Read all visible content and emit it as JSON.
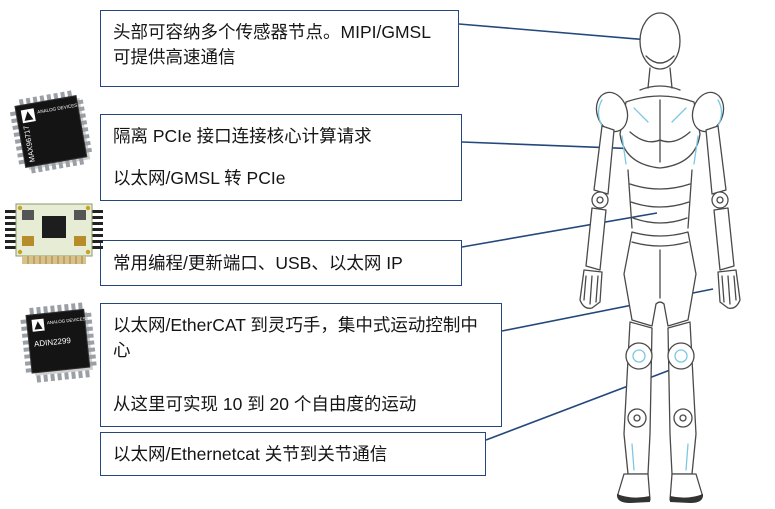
{
  "callouts": [
    {
      "text": "头部可容纳多个传感器节点。MIPI/GMSL 可提供高速通信"
    },
    {
      "line1": "隔离 PCIe 接口连接核心计算请求",
      "line2": "以太网/GMSL 转 PCIe"
    },
    {
      "text": "常用编程/更新端口、USB、以太网 IP"
    },
    {
      "line1": "以太网/EtherCAT 到灵巧手，集中式运动控制中心",
      "line2": "从这里可实现 10 到 20 个自由度的运动"
    },
    {
      "text": "以太网/Ethernetcat 关节到关节通信"
    }
  ],
  "chips": [
    {
      "brand": "ANALOG DEVICES",
      "label": "MAX96717"
    },
    {
      "brand": "ANALOG DEVICES",
      "label": "ADIN2299"
    }
  ],
  "colors": {
    "callout_border": "#24487c",
    "connector_line": "#24487c",
    "robot_accent": "#7cc8e2"
  }
}
